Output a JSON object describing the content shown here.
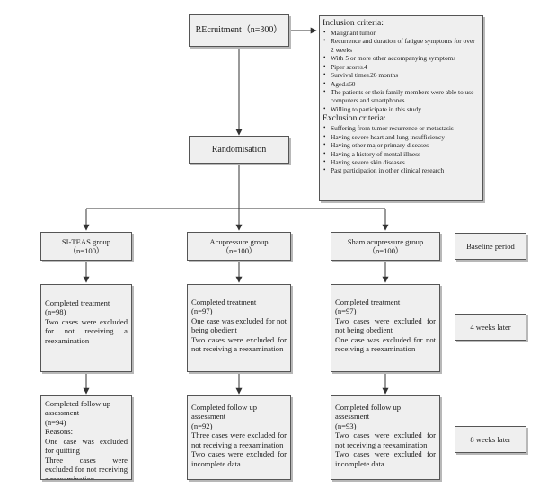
{
  "recruitment": "REcruitment（n=300）",
  "randomisation": "Randomisation",
  "criteria": {
    "inclusion_title": "Inclusion criteria:",
    "inclusion": [
      "Malignant tumor",
      "Recurrence and duration of fatigue symptoms for over 2 weeks",
      "With 5 or more other accompanying symptoms",
      "Piper score≥4",
      "Survival time≥26 months",
      "Aged≤60",
      "The patients or their family members were able to use computers and smartphones",
      "Willing to participate in this study"
    ],
    "exclusion_title": "Exclusion criteria:",
    "exclusion": [
      "Suffering from tumor recurrence or metastasis",
      "Having severe heart and lung insufficiency",
      "Having other major primary diseases",
      "Having a history of mental illness",
      "Having severe skin diseases",
      "Past participation in other clinical research"
    ]
  },
  "groups": [
    {
      "name": "SI-TEAS group",
      "n": "（n=100）"
    },
    {
      "name": "Acupressure group",
      "n": "（n=100）"
    },
    {
      "name": "Sham acupressure group",
      "n": "（n=100）"
    }
  ],
  "periods": [
    "Baseline period",
    "4 weeks later",
    "8 weeks later"
  ],
  "treatment": [
    [
      "Completed treatment",
      "(n=98)",
      "Two cases were excluded for not receiving a reexamination"
    ],
    [
      "Completed treatment",
      "(n=97)",
      "One case was excluded for not being obedient",
      "Two cases were excluded for not receiving a reexamination"
    ],
    [
      "Completed treatment",
      "(n=97)",
      "Two cases were excluded for not being obedient",
      "One case was excluded for not receiving a reexamination"
    ]
  ],
  "followup": [
    [
      "Completed follow up assessment",
      "(n=94)",
      "Reasons:",
      "One case was excluded for quitting",
      "Three cases were excluded for not receiving a reexamination"
    ],
    [
      "Completed follow up assessment",
      "(n=92)",
      "Three cases were excluded for not receiving a reexamination",
      "Two cases were excluded for incomplete data"
    ],
    [
      "Completed follow up assessment",
      "(n=93)",
      "Two cases were excluded for not receiving a reexamination",
      "Two cases were excluded for incomplete data"
    ]
  ]
}
